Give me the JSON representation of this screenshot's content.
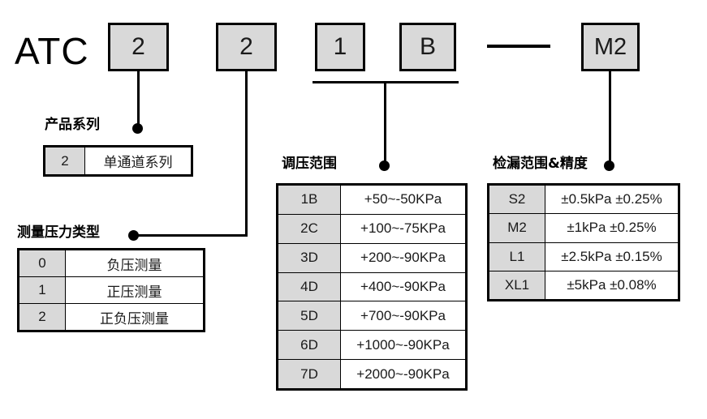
{
  "model_code": {
    "prefix": "ATC",
    "segments": [
      {
        "value": "2",
        "name": "product-series"
      },
      {
        "value": "2",
        "name": "pressure-type"
      },
      {
        "value": "1",
        "name": "range-digit"
      },
      {
        "value": "B",
        "name": "range-letter"
      },
      {
        "value": "M2",
        "name": "leak-accuracy"
      }
    ],
    "separator": "-"
  },
  "sections": {
    "product_series": {
      "caption": "产品系列",
      "rows": [
        {
          "code": "2",
          "desc": "单通道系列"
        }
      ]
    },
    "pressure_type": {
      "caption": "测量压力类型",
      "rows": [
        {
          "code": "0",
          "desc": "负压测量"
        },
        {
          "code": "1",
          "desc": "正压测量"
        },
        {
          "code": "2",
          "desc": "正负压测量"
        }
      ]
    },
    "pressure_range": {
      "caption": "调压范围",
      "rows": [
        {
          "code": "1B",
          "desc": "+50~-50KPa"
        },
        {
          "code": "2C",
          "desc": "+100~-75KPa"
        },
        {
          "code": "3D",
          "desc": "+200~-90KPa"
        },
        {
          "code": "4D",
          "desc": "+400~-90KPa"
        },
        {
          "code": "5D",
          "desc": "+700~-90KPa"
        },
        {
          "code": "6D",
          "desc": "+1000~-90KPa"
        },
        {
          "code": "7D",
          "desc": "+2000~-90KPa"
        }
      ]
    },
    "leak_range": {
      "caption": "检漏范围&精度",
      "rows": [
        {
          "code": "S2",
          "desc": "±0.5kPa ±0.25%"
        },
        {
          "code": "M2",
          "desc": "±1kPa ±0.25%"
        },
        {
          "code": "L1",
          "desc": "±2.5kPa ±0.15%"
        },
        {
          "code": "XL1",
          "desc": "±5kPa ±0.08%"
        }
      ]
    }
  },
  "colors": {
    "box_fill": "#d9d9d9",
    "line": "#000000",
    "background": "#ffffff"
  }
}
